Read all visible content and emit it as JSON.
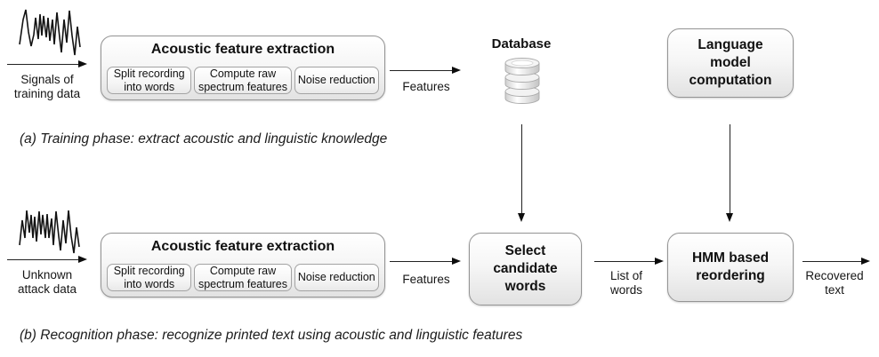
{
  "colors": {
    "arrow": "#1a1a1a",
    "box_border": "#949494",
    "box_fill_top": "#ffffff",
    "box_fill_bottom": "#e2e2e2",
    "step_border": "#a3a3a3",
    "text": "#111111"
  },
  "acoustic_module": {
    "title": "Acoustic feature extraction",
    "steps": [
      "Split recording into words",
      "Compute raw spectrum features",
      "Noise reduction"
    ]
  },
  "phase_a": {
    "source_lines": [
      "Signals of",
      "training data"
    ],
    "features_label": "Features",
    "database_label": "Database",
    "language_model_lines": [
      "Language",
      "model",
      "computation"
    ],
    "caption": "(a) Training phase: extract acoustic and linguistic knowledge"
  },
  "phase_b": {
    "source_lines": [
      "Unknown",
      "attack data"
    ],
    "features_label": "Features",
    "select_candidate_lines": [
      "Select",
      "candidate",
      "words"
    ],
    "list_of_words_lines": [
      "List of",
      "words"
    ],
    "hmm_lines": [
      "HMM based",
      "reordering"
    ],
    "recovered_lines": [
      "Recovered",
      "text"
    ],
    "caption": "(b) Recognition phase: recognize printed text using acoustic and linguistic features"
  }
}
